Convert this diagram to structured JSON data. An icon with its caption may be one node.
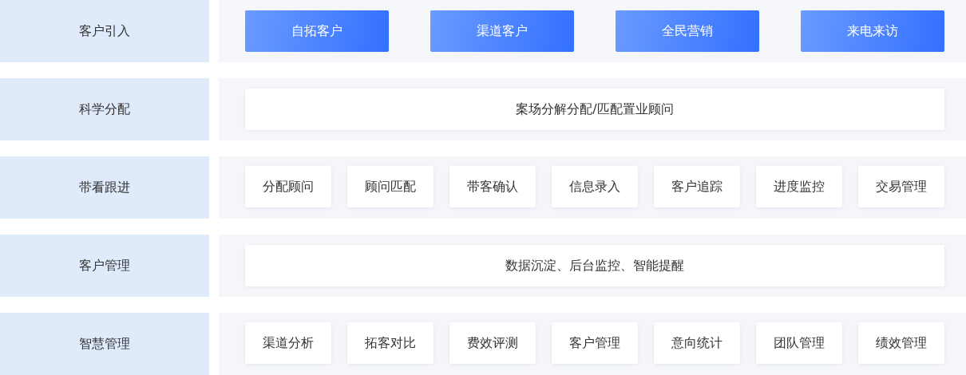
{
  "diagram": {
    "nodes": [
      {
        "text": [
          "客户引入"
        ]
      },
      {
        "text": [],
        "shape": "box"
      },
      {
        "text": [
          "自拓客户"
        ],
        "in": 1
      },
      {
        "text": [
          "渠道客户"
        ],
        "in": 1
      },
      {
        "text": [
          "全民营销"
        ],
        "in": 1
      },
      {
        "text": [
          "来电来访"
        ],
        "in": 1
      },
      {
        "text": [
          "科学分配"
        ]
      },
      {
        "text": [],
        "shape": "box"
      },
      {
        "text": [
          "案场分解分配/匹配置业顾问"
        ],
        "in": 7
      },
      {
        "text": [
          "带看跟进"
        ]
      },
      {
        "text": [],
        "shape": "box"
      },
      {
        "text": [
          "分配顾问"
        ],
        "in": 10
      },
      {
        "text": [
          "顾问匹配"
        ],
        "in": 10
      },
      {
        "text": [
          "带客确认"
        ],
        "in": 10
      },
      {
        "text": [
          "信息录入"
        ],
        "in": 10
      },
      {
        "text": [
          "客户追踪"
        ],
        "in": 10
      },
      {
        "text": [
          "进度监控"
        ],
        "in": 10
      },
      {
        "text": [
          "交易管理"
        ],
        "in": 10
      },
      {
        "text": [
          "客户管理"
        ]
      },
      {
        "text": [],
        "shape": "box"
      },
      {
        "text": [
          "数据沉淀、后台监控、智能提醒"
        ],
        "in": 19
      },
      {
        "text": [
          "智慧管理"
        ]
      },
      {
        "text": [],
        "shape": "box"
      },
      {
        "text": [
          "渠道分析"
        ],
        "in": 22
      },
      {
        "text": [
          "拓客对比"
        ],
        "in": 22
      },
      {
        "text": [
          "费效评测"
        ],
        "in": 22
      },
      {
        "text": [
          "客户管理"
        ],
        "in": 22
      },
      {
        "text": [
          "意向统计"
        ],
        "in": 22
      },
      {
        "text": [
          "团队管理"
        ],
        "in": 22
      },
      {
        "text": [
          "绩效管理"
        ],
        "in": 22
      }
    ]
  }
}
